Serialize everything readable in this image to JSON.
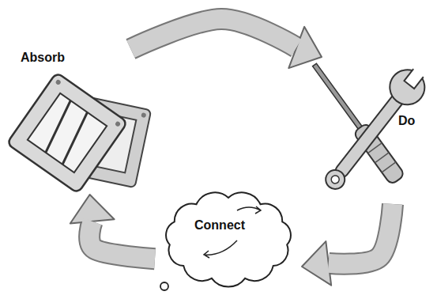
{
  "diagram": {
    "nodes": [
      {
        "text": [
          "Absorb"
        ]
      },
      {
        "text": [
          "Do"
        ]
      },
      {
        "text": [
          "Connect"
        ]
      }
    ],
    "edges": [
      {
        "from": 0,
        "to": 1,
        "arrow": "to"
      },
      {
        "from": 1,
        "to": 2,
        "arrow": "to"
      },
      {
        "from": 2,
        "to": 0,
        "arrow": "to"
      }
    ]
  }
}
